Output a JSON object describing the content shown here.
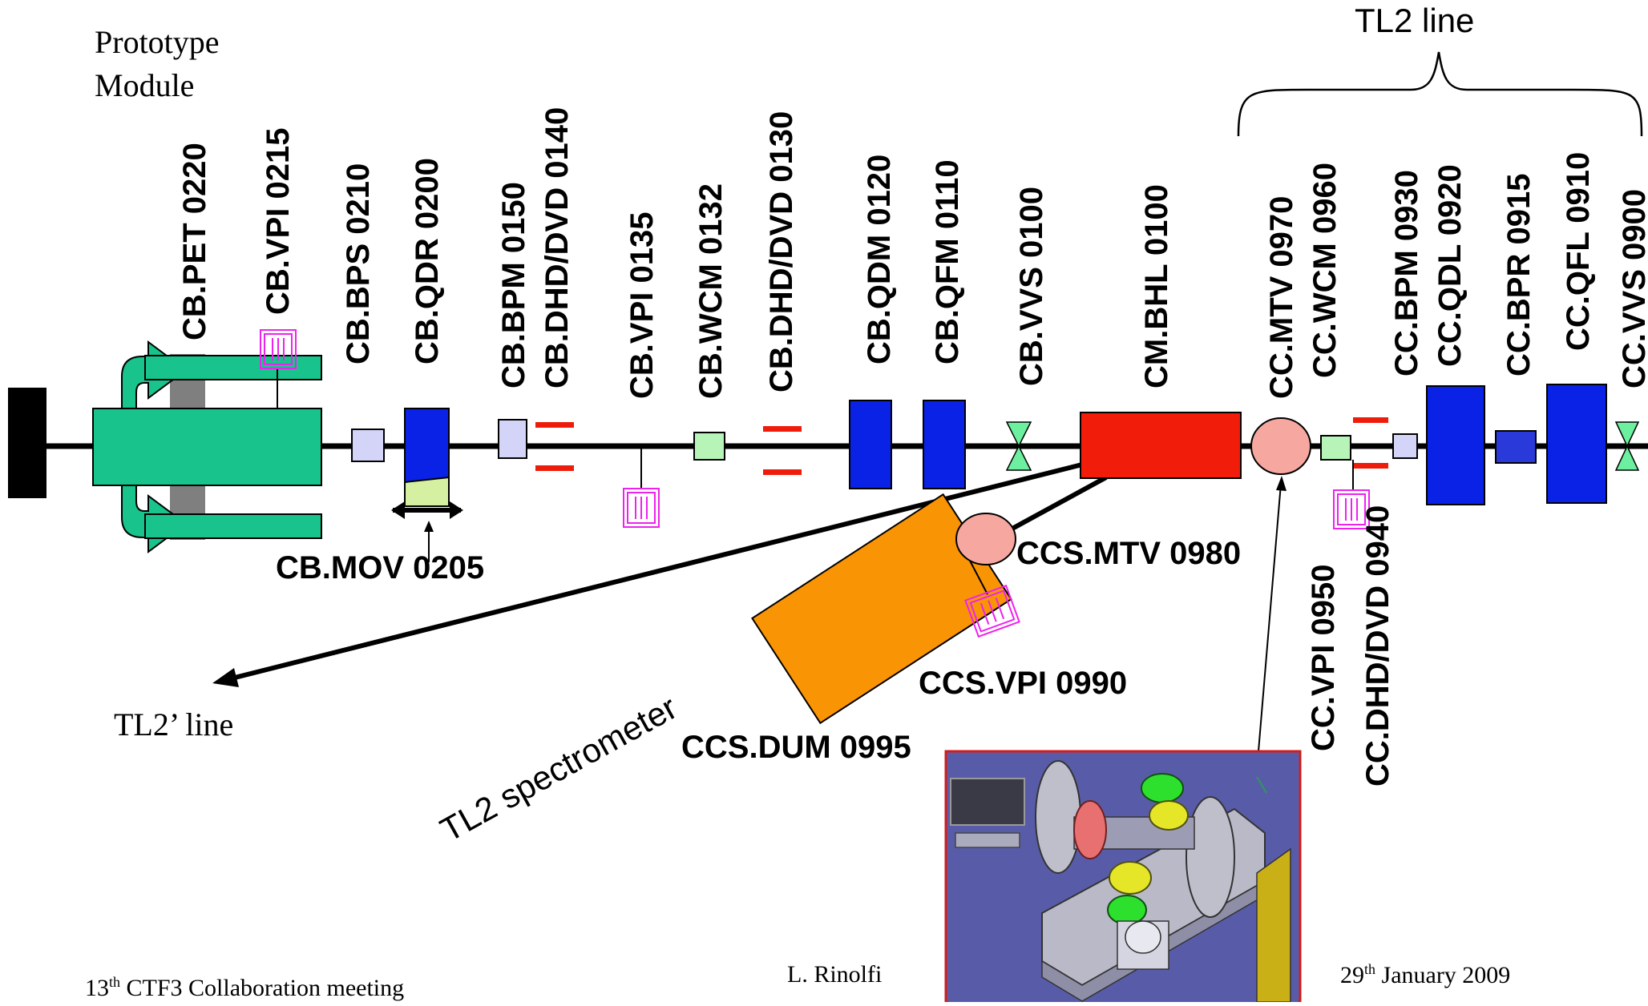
{
  "header_left": {
    "line1": "Prototype",
    "line2": "Module"
  },
  "tl2_line": "TL2 line",
  "tl2_prime_line": "TL2’ line",
  "spectrometer": "TL2 spectrometer",
  "top_labels": [
    "CB.PET 0220",
    "CB.VPI 0215",
    "CB.BPS 0210",
    "CB.QDR 0200",
    "CB.BPM 0150",
    "CB.DHD/DVD 0140",
    "CB.VPI 0135",
    "CB.WCM 0132",
    "CB.DHD/DVD 0130",
    "CB.QDM 0120",
    "CB.QFM 0110",
    "CB.VVS 0100",
    "CM.BHL 0100",
    "CC.MTV 0970",
    "CC.WCM 0960",
    "CC.BPM 0930",
    "CC.QDL 0920",
    "CC.BPR 0915",
    "CC.QFL 0910",
    "CC.VVS 0900"
  ],
  "side_labels": {
    "cb_mov": "CB.MOV 0205",
    "ccs_mtv": "CCS.MTV 0980",
    "ccs_vpi": "CCS.VPI 0990",
    "ccs_dum": "CCS.DUM 0995",
    "cc_vpi": "CC.VPI 0950",
    "cc_dhd": "CC.DHD/DVD 0940"
  },
  "footer": {
    "left_sup": "th",
    "left_num": "13",
    "left_text": " CTF3 Collaboration meeting",
    "center": "L. Rinolfi",
    "right_num": "29",
    "right_sup": "th",
    "right_text": " January 2009"
  },
  "colors": {
    "module": "#19C38C",
    "quad": "#0A22E6",
    "bend": "#F21C0A",
    "mtv": "#F6A8A0",
    "dump": "#F99405",
    "bpm": "#D4D4F8",
    "wcm": "#B7F4B8",
    "vvs": "#6CF0A0",
    "vpi": "#EE22EE",
    "corrector": "#EE1C0A",
    "mover": "#D5F0A0"
  }
}
